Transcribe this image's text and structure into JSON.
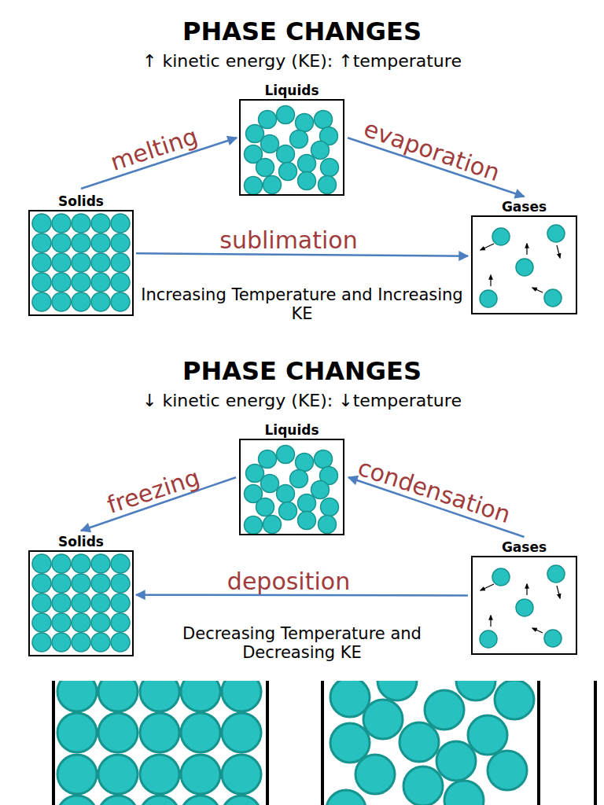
{
  "diagram": {
    "title": "PHASE CHANGES",
    "nodes": [
      {
        "text": [
          "Liquids"
        ]
      },
      {
        "text": [
          "Solids"
        ]
      },
      {
        "text": [
          "Gases"
        ]
      },
      {
        "text": [
          "Liquids"
        ]
      },
      {
        "text": [
          "Solids"
        ]
      },
      {
        "text": [
          "Gases"
        ]
      }
    ],
    "edges": [
      {
        "from": 1,
        "to": 0,
        "arrow": "to",
        "label": "melting"
      },
      {
        "from": 0,
        "to": 2,
        "arrow": "to",
        "label": "evaporation"
      },
      {
        "from": 1,
        "to": 2,
        "arrow": "to",
        "label": "sublimation"
      },
      {
        "from": 3,
        "to": 4,
        "arrow": "to",
        "label": "freezing"
      },
      {
        "from": 5,
        "to": 3,
        "arrow": "to",
        "label": "condensation"
      },
      {
        "from": 5,
        "to": 4,
        "arrow": "to",
        "label": "deposition"
      }
    ],
    "labels": [
      "↑ kinetic energy (KE): ↑temperature",
      "Increasing Temperature and Increasing KE",
      "PHASE CHANGES",
      "↓ kinetic energy (KE): ↓temperature",
      "Decreasing Temperature and Decreasing KE"
    ]
  }
}
